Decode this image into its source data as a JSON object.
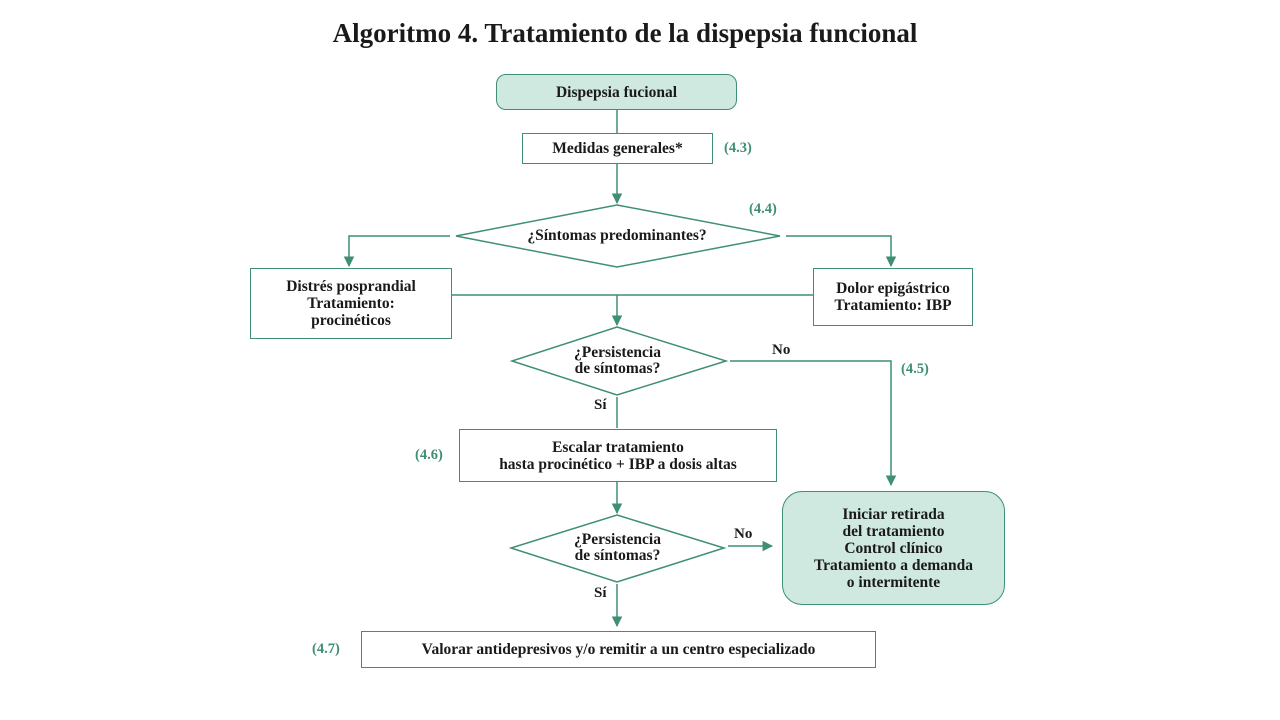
{
  "title": "Algoritmo 4. Tratamiento de la dispepsia funcional",
  "colors": {
    "line": "#3e8f75",
    "fill": "#cfe8e0",
    "ref": "#3e8f75"
  },
  "nodes": {
    "start": "Dispepsia fucional",
    "general": "Medidas generales*",
    "predominant": "¿Síntomas predominantes?",
    "distress": "Distrés posprandial\nTratamiento:\nprocinéticos",
    "pain": "Dolor epigástrico\nTratamiento: IBP",
    "persist1": "¿Persistencia\nde síntomas?",
    "escalate": "Escalar tratamiento\nhasta procinético + IBP a dosis altas",
    "persist2": "¿Persistencia\nde síntomas?",
    "withdraw": "Iniciar retirada\ndel tratamiento\nControl clínico\nTratamiento a demanda\no intermitente",
    "antidep": "Valorar antidepresivos y/o remitir a un centro especializado"
  },
  "refs": {
    "r43": "(4.3)",
    "r44": "(4.4)",
    "r45": "(4.5)",
    "r46": "(4.6)",
    "r47": "(4.7)"
  },
  "edge_labels": {
    "no1": "No",
    "si1": "Sí",
    "no2": "No",
    "si2": "Sí"
  }
}
